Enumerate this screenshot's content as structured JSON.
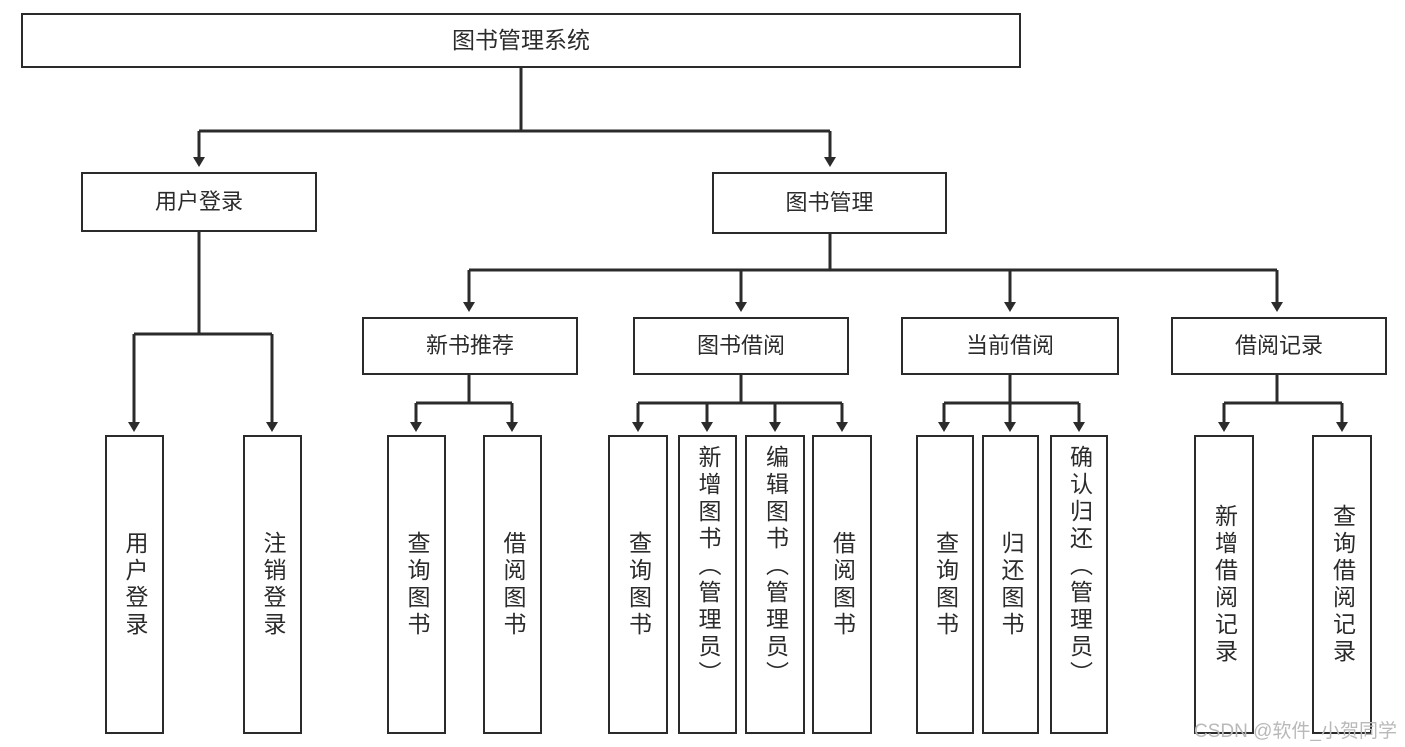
{
  "diagram": {
    "type": "tree-hierarchy-flowchart",
    "title": "图书管理系统",
    "theme": {
      "background": "#ffffff",
      "border_color": "#2b2b2b",
      "text_color": "#2b2b2b",
      "edge_color": "#2b2b2b",
      "watermark_color": "#b9b9b9"
    },
    "watermark": "CSDN @软件_小贺同学",
    "nodes": {
      "root": {
        "label": "图书管理系统",
        "level": 1
      },
      "level2": [
        {
          "id": "user-login",
          "label": "用户登录"
        },
        {
          "id": "book-manage",
          "label": "图书管理"
        }
      ],
      "level3": [
        {
          "id": "new-book-recommend",
          "label": "新书推荐",
          "parent": "book-manage"
        },
        {
          "id": "book-borrow",
          "label": "图书借阅",
          "parent": "book-manage"
        },
        {
          "id": "current-borrow",
          "label": "当前借阅",
          "parent": "book-manage"
        },
        {
          "id": "borrow-record",
          "label": "借阅记录",
          "parent": "book-manage"
        }
      ],
      "leaves": [
        {
          "id": "leaf-user-login",
          "label": "用户登录",
          "parent": "user-login"
        },
        {
          "id": "leaf-user-logout",
          "label": "注销登录",
          "parent": "user-login"
        },
        {
          "id": "leaf-query-book-1",
          "label": "查询图书",
          "parent": "new-book-recommend"
        },
        {
          "id": "leaf-borrow-book-1",
          "label": "借阅图书",
          "parent": "new-book-recommend"
        },
        {
          "id": "leaf-query-book-2",
          "label": "查询图书",
          "parent": "book-borrow"
        },
        {
          "id": "leaf-add-book",
          "label": "新增图书（管理员）",
          "parent": "book-borrow"
        },
        {
          "id": "leaf-edit-book",
          "label": "编辑图书（管理员）",
          "parent": "book-borrow"
        },
        {
          "id": "leaf-borrow-book-2",
          "label": "借阅图书",
          "parent": "book-borrow"
        },
        {
          "id": "leaf-query-book-3",
          "label": "查询图书",
          "parent": "current-borrow"
        },
        {
          "id": "leaf-return-book",
          "label": "归还图书",
          "parent": "current-borrow"
        },
        {
          "id": "leaf-confirm-return",
          "label": "确认归还（管理员）",
          "parent": "current-borrow"
        },
        {
          "id": "leaf-add-borrow-record",
          "label": "新增借阅记录",
          "parent": "borrow-record"
        },
        {
          "id": "leaf-query-borrow-record",
          "label": "查询借阅记录",
          "parent": "borrow-record"
        }
      ]
    }
  }
}
